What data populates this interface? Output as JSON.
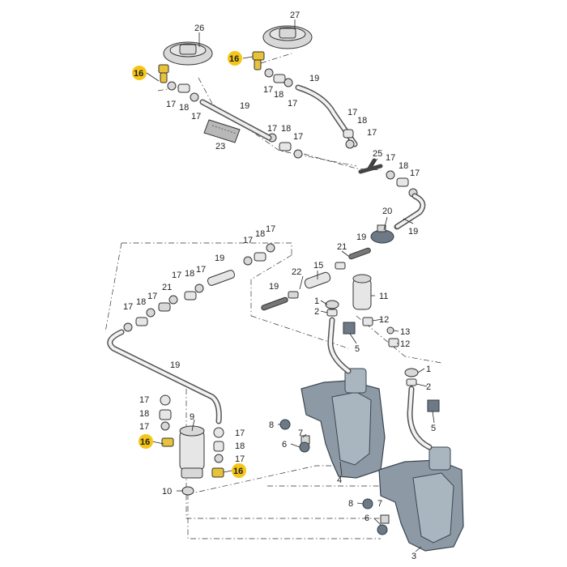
{
  "labels": {
    "p1a": "1",
    "p1b": "1",
    "p2a": "2",
    "p2b": "2",
    "p3": "3",
    "p4": "4",
    "p5a": "5",
    "p5b": "5",
    "p6a": "6",
    "p6b": "6",
    "p7a": "7",
    "p7b": "7",
    "p8a": "8",
    "p8b": "8",
    "p9": "9",
    "p10": "10",
    "p11": "11",
    "p12a": "12",
    "p12b": "12",
    "p13": "13",
    "p15": "15",
    "p16a": "16",
    "p16b": "16",
    "p16c": "16",
    "p16d": "16",
    "p17": "17",
    "p18": "18",
    "p19": "19",
    "p20": "20",
    "p21": "21",
    "p22": "22",
    "p23": "23",
    "p25": "25",
    "p26": "26",
    "p27": "27"
  },
  "highlight_color": "#f5c518"
}
